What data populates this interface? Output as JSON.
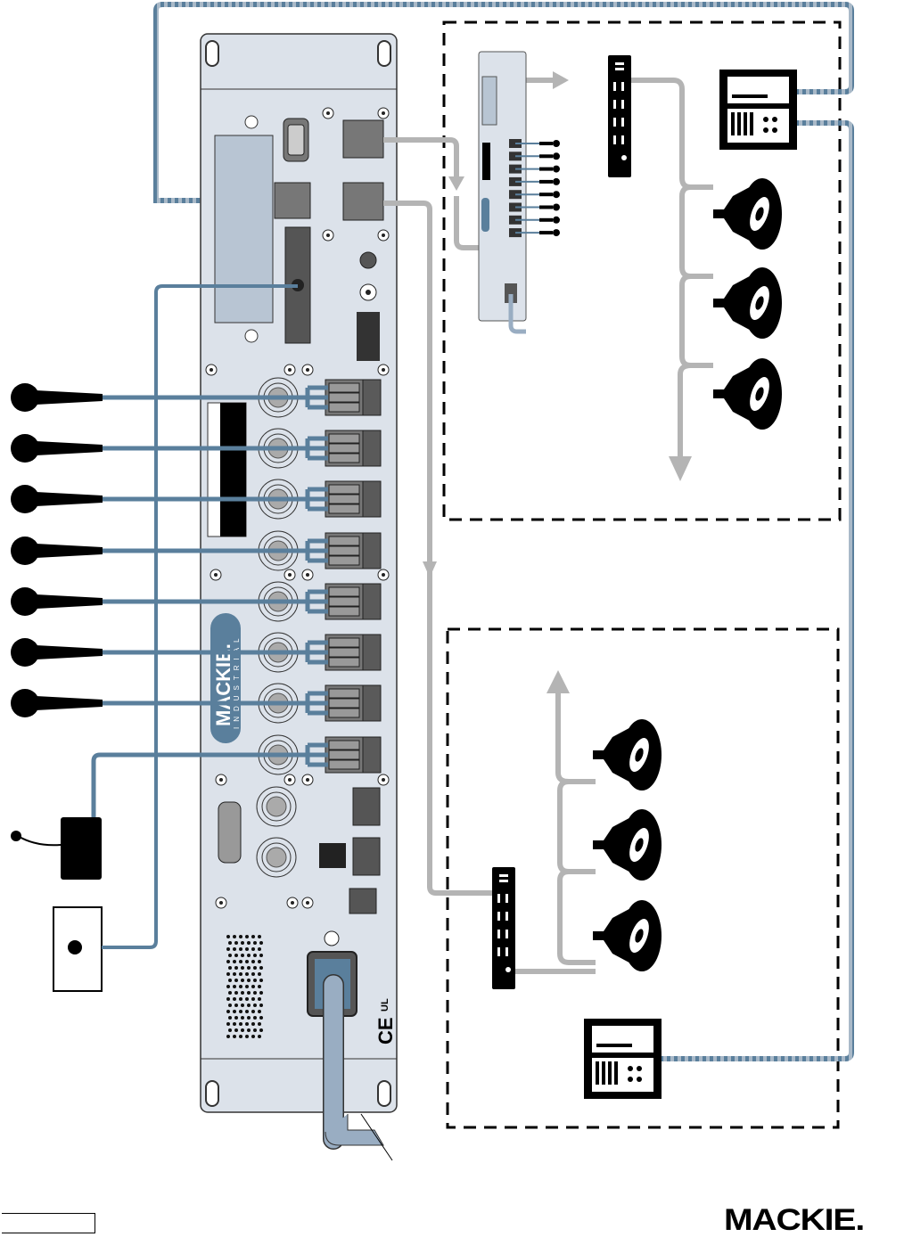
{
  "diagram": {
    "device_brand_vertical": "MACKIE.",
    "device_subbrand_vertical": "INDUSTRIAL",
    "cert_ce": "CE",
    "cert_ul": "UL",
    "microphone_count": 7,
    "speaker_count_zone1": 3,
    "speaker_count_zone2": 3,
    "colors": {
      "panel": "#dce2ea",
      "blue_cable": "#5a7f9c",
      "gray_cable": "#b4b4b4",
      "power_cord": "#99adc2",
      "black": "#000000"
    }
  },
  "footer": {
    "logo": "MACKIE."
  }
}
